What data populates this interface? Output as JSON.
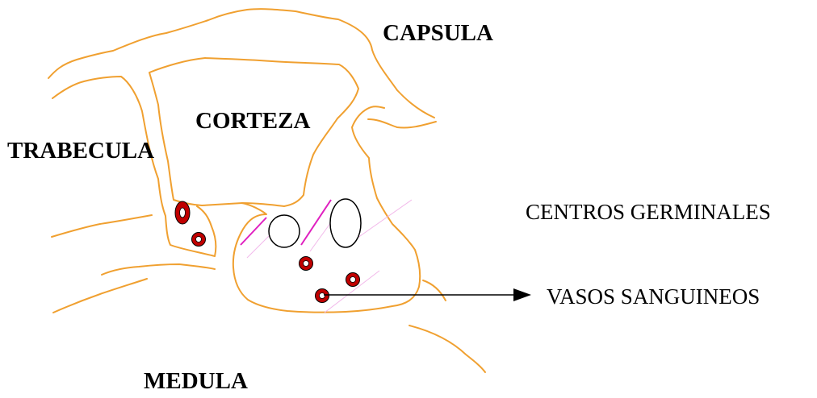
{
  "labels": {
    "capsula": "CAPSULA",
    "corteza": "CORTEZA",
    "trabecula": "TRABECULA",
    "medula": "MEDULA",
    "centros_germinales": "CENTROS GERMINALES",
    "vasos_sanguineos": "VASOS SANGUINEOS"
  },
  "colors": {
    "outline": "#F0A030",
    "vessel_fill": "#C00000",
    "vessel_ring": "#FFFFFF",
    "hatch": "#E020C0",
    "hatch_faint": "#F2B8EA",
    "ink": "#000000"
  },
  "icons": {
    "arrow": "arrow-right-icon",
    "vessel": "blood-vessel-icon",
    "germinal_center": "germinal-center-icon"
  }
}
